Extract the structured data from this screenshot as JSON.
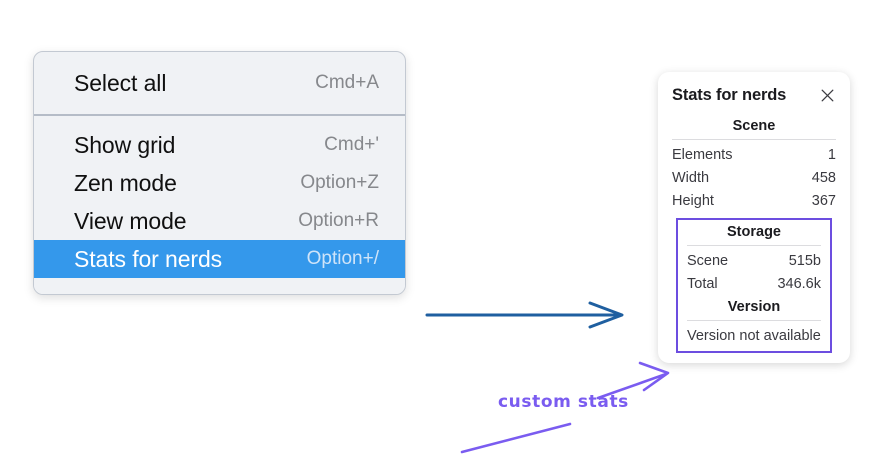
{
  "context_menu": {
    "name": "canvas-context-menu",
    "groups": [
      {
        "items": [
          {
            "label": "Select all",
            "shortcut": "Cmd+A",
            "selected": false
          }
        ]
      },
      {
        "items": [
          {
            "label": "Show grid",
            "shortcut": "Cmd+'",
            "selected": false
          },
          {
            "label": "Zen mode",
            "shortcut": "Option+Z",
            "selected": false
          },
          {
            "label": "View mode",
            "shortcut": "Option+R",
            "selected": false
          },
          {
            "label": "Stats for nerds",
            "shortcut": "Option+/",
            "selected": true
          }
        ]
      }
    ],
    "highlight_color": "#3498eb",
    "background_color": "#f0f2f5"
  },
  "stats_panel": {
    "title": "Stats for nerds",
    "close_icon": "close-icon",
    "sections": [
      {
        "heading": "Scene",
        "highlighted": false,
        "rows": [
          {
            "label": "Elements",
            "value": "1"
          },
          {
            "label": "Width",
            "value": "458"
          },
          {
            "label": "Height",
            "value": "367"
          }
        ]
      },
      {
        "heading": "Storage",
        "highlighted": true,
        "rows": [
          {
            "label": "Scene",
            "value": "515b"
          },
          {
            "label": "Total",
            "value": "346.6k"
          }
        ]
      },
      {
        "heading": "Version",
        "highlighted": true,
        "rows": [],
        "note": "Version not available"
      }
    ],
    "highlight_border_color": "#6c4de0"
  },
  "annotations": {
    "flow_arrow_color": "#1f5fa0",
    "callout_text": "custom stats",
    "callout_color": "#7a5cf0"
  }
}
